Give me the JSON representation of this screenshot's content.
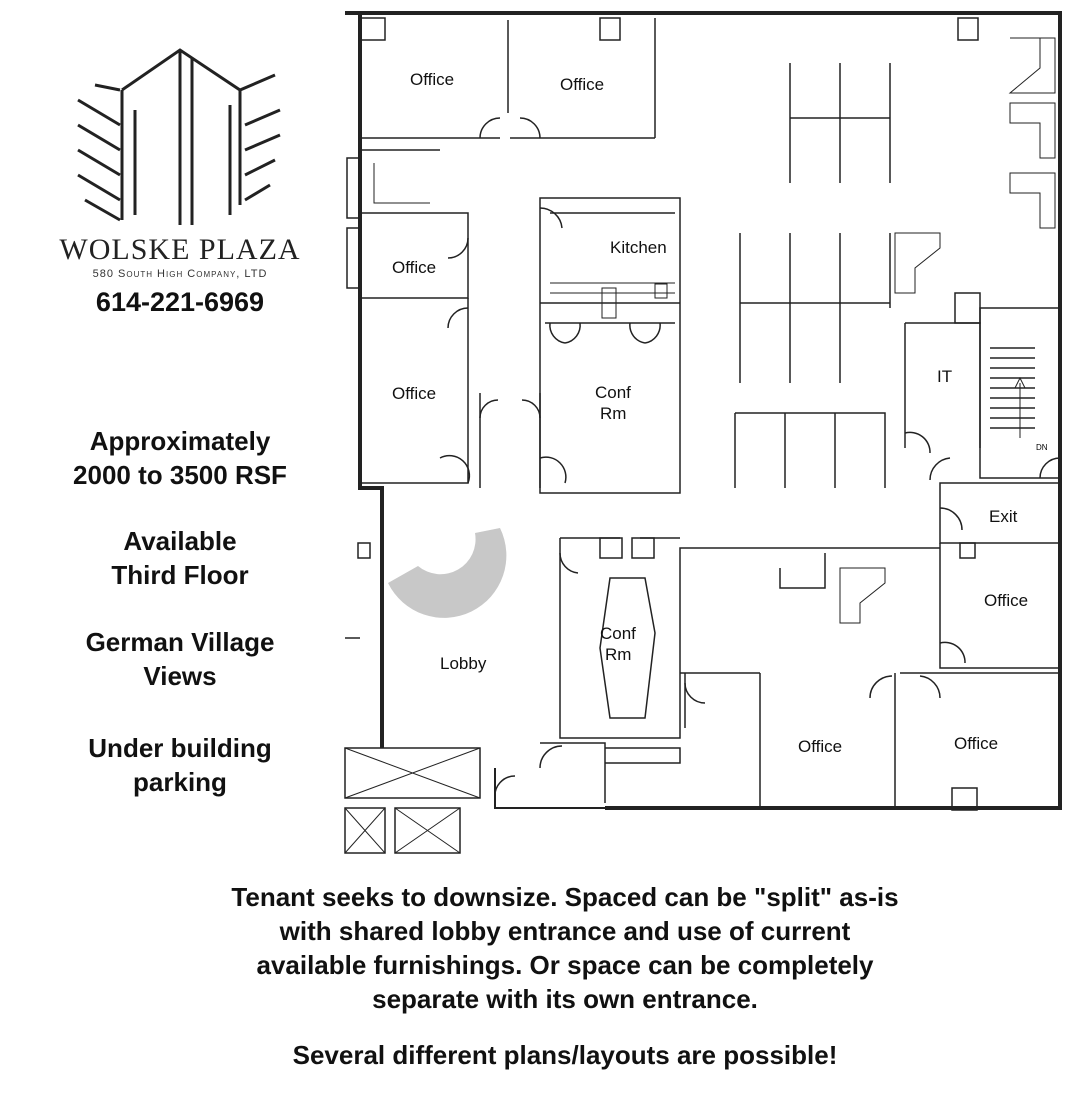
{
  "brand": {
    "name": "WOLSKE PLAZA",
    "company": "580 South High Company, LTD",
    "phone": "614-221-6969",
    "logo_icon": "building-logo-icon"
  },
  "features": [
    [
      "Approximately",
      "2000 to 3500 RSF"
    ],
    [
      "Available",
      "Third Floor"
    ],
    [
      "German Village",
      "Views"
    ],
    [
      "Under building",
      "parking"
    ]
  ],
  "plan": {
    "rooms": {
      "office_1": "Office",
      "office_2": "Office",
      "office_3": "Office",
      "office_4": "Office",
      "office_5": "Office",
      "office_6": "Office",
      "office_7": "Office",
      "kitchen": "Kitchen",
      "conf_1_line1": "Conf",
      "conf_1_line2": "Rm",
      "conf_2_line1": "Conf",
      "conf_2_line2": "Rm",
      "lobby": "Lobby",
      "it": "IT",
      "exit": "Exit",
      "stairs_dn": "DN"
    }
  },
  "footer": {
    "lines": [
      "Tenant seeks to downsize.  Spaced can be \"split\" as-is",
      "with shared lobby entrance and use of current",
      "available furnishings.  Or space can be completely",
      "separate with its own entrance."
    ],
    "note": "Several different plans/layouts are possible!"
  }
}
